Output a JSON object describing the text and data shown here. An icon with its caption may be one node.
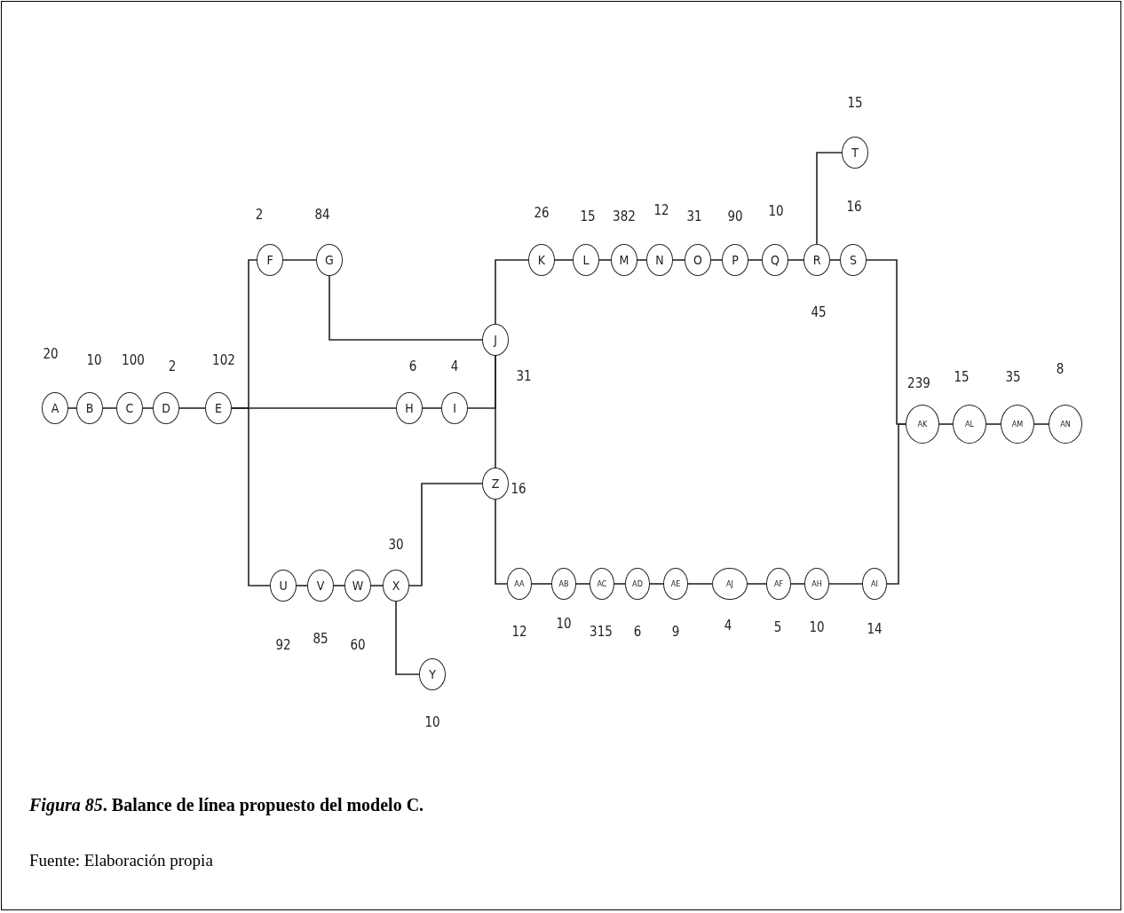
{
  "diagram": {
    "caption": "*Figura 85*. Balance de línea propuesto del modelo C.",
    "nodes": [
      {
        "text": [
          "A"
        ],
        "beside": [
          "20"
        ]
      },
      {
        "text": [
          "B"
        ],
        "beside": [
          "10"
        ]
      },
      {
        "text": [
          "C"
        ],
        "beside": [
          "100"
        ]
      },
      {
        "text": [
          "D"
        ],
        "beside": [
          "2"
        ]
      },
      {
        "text": [
          "E"
        ],
        "beside": [
          "102"
        ]
      },
      {
        "text": [
          "F"
        ],
        "beside": [
          "2"
        ]
      },
      {
        "text": [
          "G"
        ],
        "beside": [
          "84"
        ]
      },
      {
        "text": [
          "H"
        ],
        "beside": [
          "6"
        ]
      },
      {
        "text": [
          "I"
        ],
        "beside": [
          "4"
        ]
      },
      {
        "text": [
          "J"
        ],
        "beside": [
          "31"
        ]
      },
      {
        "text": [
          "K"
        ],
        "beside": [
          "26"
        ]
      },
      {
        "text": [
          "L"
        ],
        "beside": [
          "15"
        ]
      },
      {
        "text": [
          "M"
        ],
        "beside": [
          "382"
        ]
      },
      {
        "text": [
          "N"
        ],
        "beside": [
          "12"
        ]
      },
      {
        "text": [
          "O"
        ],
        "beside": [
          "31"
        ]
      },
      {
        "text": [
          "P"
        ],
        "beside": [
          "90"
        ]
      },
      {
        "text": [
          "Q"
        ],
        "beside": [
          "10"
        ]
      },
      {
        "text": [
          "R"
        ],
        "beside": [
          "45"
        ]
      },
      {
        "text": [
          "S"
        ],
        "beside": [
          "16"
        ]
      },
      {
        "text": [
          "T"
        ],
        "beside": [
          "15"
        ]
      },
      {
        "text": [
          "U"
        ],
        "beside": [
          "92"
        ]
      },
      {
        "text": [
          "V"
        ],
        "beside": [
          "85"
        ]
      },
      {
        "text": [
          "W"
        ],
        "beside": [
          "60"
        ]
      },
      {
        "text": [
          "X"
        ],
        "beside": [
          "30"
        ]
      },
      {
        "text": [
          "Y"
        ],
        "beside": [
          "10"
        ]
      },
      {
        "text": [
          "Z"
        ],
        "beside": [
          "16"
        ]
      },
      {
        "text": [
          "AA"
        ],
        "beside": [
          "12"
        ]
      },
      {
        "text": [
          "AB"
        ],
        "beside": [
          "10"
        ]
      },
      {
        "text": [
          "AC"
        ],
        "beside": [
          "315"
        ]
      },
      {
        "text": [
          "AD"
        ],
        "beside": [
          "6"
        ]
      },
      {
        "text": [
          "AE"
        ],
        "beside": [
          "9"
        ]
      },
      {
        "text": [
          "AJ"
        ],
        "beside": [
          "4"
        ]
      },
      {
        "text": [
          "AF"
        ],
        "beside": [
          "5"
        ]
      },
      {
        "text": [
          "AH"
        ],
        "beside": [
          "10"
        ]
      },
      {
        "text": [
          "AI"
        ],
        "beside": [
          "14"
        ]
      },
      {
        "text": [
          "AK"
        ],
        "beside": [
          "239"
        ]
      },
      {
        "text": [
          "AL"
        ],
        "beside": [
          "15"
        ]
      },
      {
        "text": [
          "AM"
        ],
        "beside": [
          "35"
        ]
      },
      {
        "text": [
          "AN"
        ],
        "beside": [
          "8"
        ]
      }
    ],
    "edges": [
      {
        "from": 0,
        "to": 1,
        "arrow": "none"
      },
      {
        "from": 1,
        "to": 2,
        "arrow": "none"
      },
      {
        "from": 2,
        "to": 3,
        "arrow": "none"
      },
      {
        "from": 3,
        "to": 4,
        "arrow": "none"
      },
      {
        "from": 4,
        "to": 5,
        "arrow": "none"
      },
      {
        "from": 4,
        "to": 7,
        "arrow": "none"
      },
      {
        "from": 4,
        "to": 20,
        "arrow": "none"
      },
      {
        "from": 5,
        "to": 6,
        "arrow": "none"
      },
      {
        "from": 6,
        "to": 9,
        "arrow": "none"
      },
      {
        "from": 7,
        "to": 8,
        "arrow": "none"
      },
      {
        "from": 8,
        "to": 9,
        "arrow": "none"
      },
      {
        "from": 9,
        "to": 25,
        "arrow": "none"
      },
      {
        "from": 9,
        "to": 10,
        "arrow": "none"
      },
      {
        "from": 10,
        "to": 11,
        "arrow": "none"
      },
      {
        "from": 11,
        "to": 12,
        "arrow": "none"
      },
      {
        "from": 12,
        "to": 13,
        "arrow": "none"
      },
      {
        "from": 13,
        "to": 14,
        "arrow": "none"
      },
      {
        "from": 14,
        "to": 15,
        "arrow": "none"
      },
      {
        "from": 15,
        "to": 16,
        "arrow": "none"
      },
      {
        "from": 16,
        "to": 17,
        "arrow": "none"
      },
      {
        "from": 17,
        "to": 18,
        "arrow": "none"
      },
      {
        "from": 17,
        "to": 19,
        "arrow": "none"
      },
      {
        "from": 18,
        "to": 35,
        "arrow": "none"
      },
      {
        "from": 20,
        "to": 21,
        "arrow": "none"
      },
      {
        "from": 21,
        "to": 22,
        "arrow": "none"
      },
      {
        "from": 22,
        "to": 23,
        "arrow": "none"
      },
      {
        "from": 23,
        "to": 24,
        "arrow": "none"
      },
      {
        "from": 23,
        "to": 25,
        "arrow": "none"
      },
      {
        "from": 25,
        "to": 26,
        "arrow": "none"
      },
      {
        "from": 26,
        "to": 27,
        "arrow": "none"
      },
      {
        "from": 27,
        "to": 28,
        "arrow": "none"
      },
      {
        "from": 28,
        "to": 29,
        "arrow": "none"
      },
      {
        "from": 29,
        "to": 30,
        "arrow": "none"
      },
      {
        "from": 30,
        "to": 31,
        "arrow": "none"
      },
      {
        "from": 31,
        "to": 32,
        "arrow": "none"
      },
      {
        "from": 32,
        "to": 33,
        "arrow": "none"
      },
      {
        "from": 33,
        "to": 34,
        "arrow": "none"
      },
      {
        "from": 34,
        "to": 35,
        "arrow": "none"
      },
      {
        "from": 35,
        "to": 36,
        "arrow": "none"
      },
      {
        "from": 36,
        "to": 37,
        "arrow": "none"
      },
      {
        "from": 37,
        "to": 38,
        "arrow": "none"
      }
    ],
    "labels": [
      "Fuente: Elaboración propia"
    ]
  }
}
